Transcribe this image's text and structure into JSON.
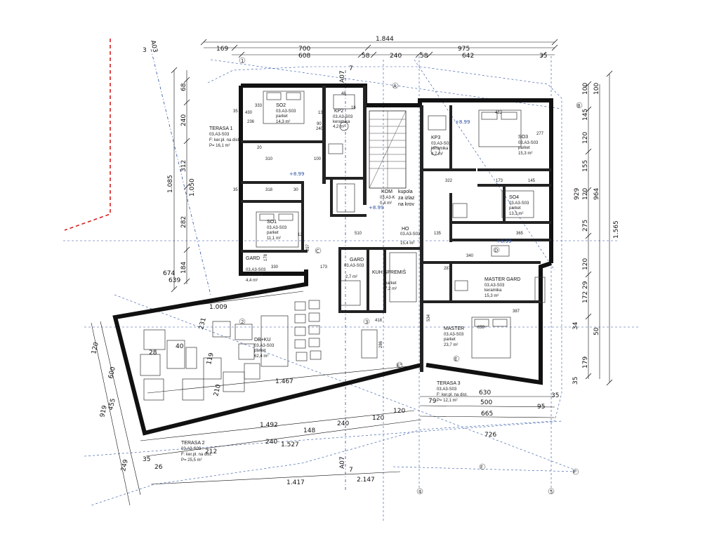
{
  "top_dims": {
    "overall": "1.844",
    "row1": [
      "169",
      "700",
      "975"
    ],
    "row2": [
      "608",
      "58",
      "240",
      "58",
      "642",
      "35"
    ]
  },
  "left_dims": {
    "outer": [
      "1.085",
      "1.050"
    ],
    "inner": [
      "68",
      "240",
      "312",
      "282",
      "184"
    ],
    "misc": [
      "674",
      "639"
    ]
  },
  "right_dims": {
    "outer": "1.565",
    "inner": [
      "100",
      "100",
      "145",
      "120",
      "155",
      "120",
      "929",
      "964",
      "275",
      "120",
      "172",
      "29",
      "179",
      "50",
      "34",
      "35"
    ]
  },
  "bottom_dims": {
    "terrace": [
      "1.492",
      "148",
      "240",
      "120",
      "1.527",
      "212",
      "240",
      "1.417",
      "2.147"
    ],
    "right": [
      "630",
      "500",
      "95",
      "665",
      "120",
      "79",
      "726",
      "35"
    ]
  },
  "lower_left_dims": [
    "120",
    "600",
    "455",
    "919",
    "249",
    "35",
    "26"
  ],
  "living_dims": [
    "1.009",
    "1.467",
    "231",
    "28",
    "40",
    "119",
    "210"
  ],
  "rooms": [
    {
      "name": "SO2",
      "code": "03.A3-S03",
      "finish": "parket",
      "area": "14,3 m²"
    },
    {
      "name": "KP2",
      "code": "03.A3-S03",
      "finish": "keramika",
      "area": "4,2 m²"
    },
    {
      "name": "SO3",
      "code": "03.A3-S03",
      "finish": "parket",
      "area": "15,3 m²"
    },
    {
      "name": "KP3",
      "code": "03.A3-S03",
      "finish": "keramika",
      "area": "4,7 m²"
    },
    {
      "name": "SO4",
      "code": "03.A3-S03",
      "finish": "parket",
      "area": "13,3 m²"
    },
    {
      "name": "SO1",
      "code": "03.A3-S03",
      "finish": "parket",
      "area": "11,1 m²"
    },
    {
      "name": "HO",
      "code": "03.A3-S03",
      "finish": "",
      "area": "15,4 m²"
    },
    {
      "name": "GARD",
      "code": "03.A3-S03",
      "finish": "keramika",
      "area": "4,4 m²"
    },
    {
      "name": "MASTER GARD",
      "code": "03.A3-S03",
      "finish": "keramika",
      "area": "15,3 m²"
    },
    {
      "name": "MASTER",
      "code": "03.A3-S03",
      "finish": "parket",
      "area": "23,7 m²"
    },
    {
      "name": "DB+KU",
      "code": "03.A3-S03",
      "finish": "parket",
      "area": "62,4 m²"
    },
    {
      "name": "KUH.SPREMIŠ",
      "code": "",
      "finish": "parket",
      "area": "7,2 m²"
    },
    {
      "name": "GARD",
      "code": "03.A3-S03",
      "finish": "",
      "area": "2,7 m²"
    },
    {
      "name": "KOM",
      "code": "03.A3-K",
      "finish": "",
      "area": "0,4 m²"
    }
  ],
  "terraces": [
    {
      "name": "TERASA 1",
      "code": "03.A3-S03",
      "finish": "F: ker.pl. na dist.",
      "area": "P= 16,1 m²"
    },
    {
      "name": "TERASA 2",
      "code": "03.A3-S03",
      "finish": "F: ker.pl. na dist.",
      "area": "P= 25,5 m²"
    },
    {
      "name": "TERASA 3",
      "code": "03.A3-S03",
      "finish": "F: ker.pl. na dist.",
      "area": "P= 12,1 m²"
    }
  ],
  "kupola": [
    "kupola",
    "za izlaz",
    "na krov"
  ],
  "levels": [
    "+8.99",
    "+8.99",
    "+8.99",
    "+8.99"
  ],
  "section_marks": {
    "a03": "A03",
    "a03_num": "3",
    "a07": "A07",
    "a07_num": "7"
  },
  "axes": {
    "letters": [
      "A",
      "B",
      "C",
      "D",
      "E",
      "F",
      "E°",
      "F'"
    ],
    "numbers": [
      "1",
      "2",
      "3",
      "4",
      "5"
    ]
  },
  "wall_numbers": [
    "430",
    "333",
    "35",
    "13",
    "90",
    "240",
    "236",
    "100",
    "48",
    "16",
    "20",
    "310",
    "318",
    "35",
    "297",
    "30",
    "12",
    "510",
    "135",
    "322",
    "173",
    "145",
    "365",
    "340",
    "287",
    "418",
    "286",
    "534",
    "659",
    "387",
    "178",
    "330",
    "173",
    "482",
    "277"
  ]
}
